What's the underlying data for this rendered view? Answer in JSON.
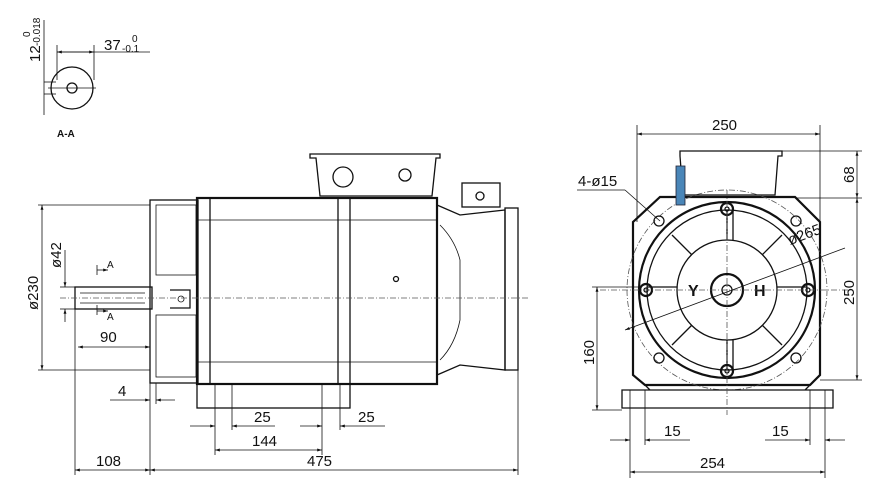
{
  "section": {
    "title": "A-A",
    "key_width": "12",
    "key_width_tol_upper": "0",
    "key_width_tol_lower": "-0.018",
    "key_depth": "37",
    "key_depth_tol_upper": "0",
    "key_depth_tol_lower": "-0.1"
  },
  "side_view": {
    "section_mark_top": "A",
    "section_mark_bottom": "A",
    "dims": {
      "flange_dia": "ø230",
      "shaft_dia": "ø42",
      "shaft_key_length": "90",
      "flange_offset": "4",
      "foot_width_left": "25",
      "foot_width_right": "25",
      "foot_spacing": "144",
      "shaft_length": "108",
      "body_length": "475"
    }
  },
  "front_view": {
    "winding_label_left": "Y",
    "winding_label_right": "H",
    "accent_color": "#4a86b8",
    "dims": {
      "width": "250",
      "holes": "4-ø15",
      "pcd": "ø265",
      "box_height": "68",
      "height": "250",
      "center_height": "160",
      "foot_left": "15",
      "foot_right": "15",
      "foot_spacing": "254"
    }
  }
}
